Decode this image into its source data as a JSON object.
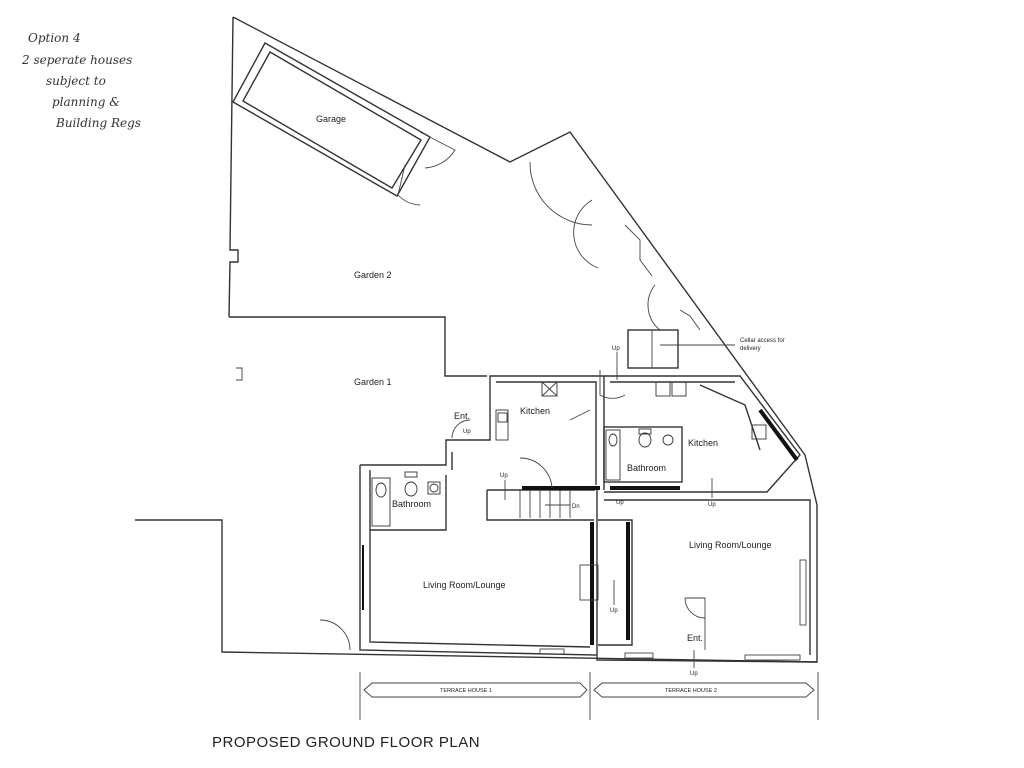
{
  "handwritten_note": {
    "lines": [
      "Option 4",
      "2 seperate houses",
      "subject to",
      "planning &",
      "Building Regs"
    ]
  },
  "rooms": {
    "garage": "Garage",
    "garden_2": "Garden 2",
    "garden_1": "Garden 1",
    "kitchen_1": "Kitchen",
    "kitchen_2": "Kitchen",
    "bathroom_1": "Bathroom",
    "bathroom_2": "Bathroom",
    "living_1": "Living Room/Lounge",
    "living_2": "Living Room/Lounge",
    "entrance_1": "Ent.",
    "entrance_2": "Ent."
  },
  "annotations": {
    "cellar": [
      "Cellar access for",
      "delivery"
    ],
    "up": "Up",
    "dn": "Dn"
  },
  "dimensions": {
    "house_1": "TERRACE HOUSE 1",
    "house_2": "TERRACE HOUSE 2"
  },
  "title": "PROPOSED GROUND FLOOR PLAN"
}
